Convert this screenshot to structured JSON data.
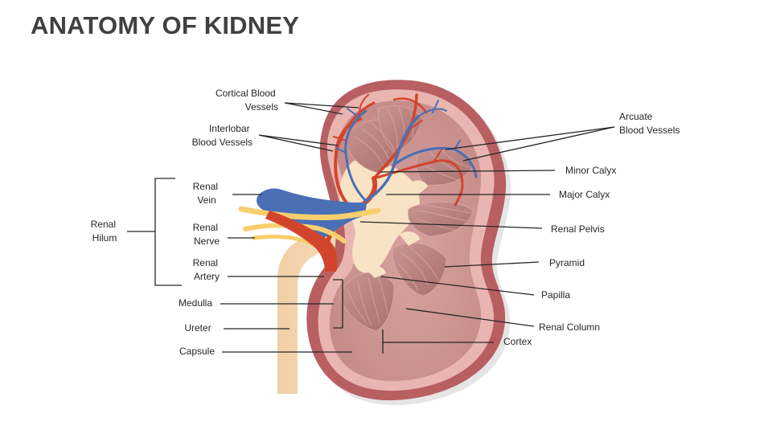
{
  "title": "ANATOMY OF KIDNEY",
  "colors": {
    "capsule": "#b85f62",
    "cortex": "#e9b5b0",
    "medulla": "#c98f8c",
    "pyramid": "#b97f7d",
    "vein": "#4a6fb5",
    "artery": "#d2452c",
    "nerve": "#f8cf6e",
    "pelvis": "#f8e3c4",
    "ureter": "#f4d4aa"
  },
  "labels": {
    "cortical_blood_vessels": [
      "Cortical Blood",
      "Vessels"
    ],
    "interlobar_blood_vessels": [
      "Interlobar",
      "Blood Vessels"
    ],
    "renal_vein": [
      "Renal",
      "Vein"
    ],
    "renal_nerve": [
      "Renal",
      "Nerve"
    ],
    "renal_artery": [
      "Renal",
      "Artery"
    ],
    "renal_hilum": [
      "Renal",
      "Hilum"
    ],
    "medulla": "Medulla",
    "ureter": "Ureter",
    "capsule": "Capsule",
    "arcuate_blood_vessels": [
      "Arcuate",
      "Blood Vessels"
    ],
    "minor_calyx": "Minor Calyx",
    "major_calyx": "Major Calyx",
    "renal_pelvis": "Renal Pelvis",
    "pyramid": "Pyramid",
    "papilla": "Papilla",
    "renal_column": "Renal Column",
    "cortex": "Cortex"
  }
}
